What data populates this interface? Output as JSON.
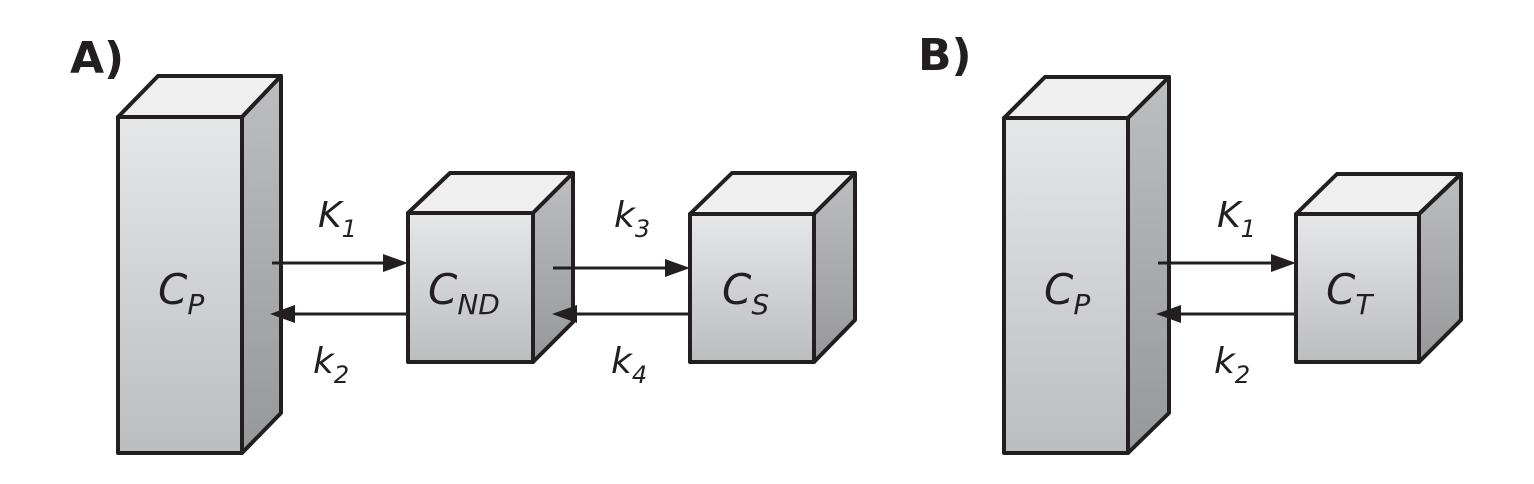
{
  "panels": [
    {
      "label": "A)",
      "compartments": [
        {
          "id": "CP",
          "main": "C",
          "sub": "P"
        },
        {
          "id": "CND",
          "main": "C",
          "sub": "ND"
        },
        {
          "id": "CS",
          "main": "C",
          "sub": "S"
        }
      ],
      "rates": [
        {
          "main": "K",
          "sub": "1",
          "from": "CP",
          "to": "CND"
        },
        {
          "main": "k",
          "sub": "2",
          "from": "CND",
          "to": "CP"
        },
        {
          "main": "k",
          "sub": "3",
          "from": "CND",
          "to": "CS"
        },
        {
          "main": "k",
          "sub": "4",
          "from": "CS",
          "to": "CND"
        }
      ]
    },
    {
      "label": "B)",
      "compartments": [
        {
          "id": "CP",
          "main": "C",
          "sub": "P"
        },
        {
          "id": "CT",
          "main": "C",
          "sub": "T"
        }
      ],
      "rates": [
        {
          "main": "K",
          "sub": "1",
          "from": "CP",
          "to": "CT"
        },
        {
          "main": "k",
          "sub": "2",
          "from": "CT",
          "to": "CP"
        }
      ]
    }
  ],
  "colors": {
    "stroke": "#231f20",
    "top_face": "#efeff0",
    "front_top": "#e6e7e8",
    "front_bottom": "#bcbdbf",
    "side_top": "#bdbec0",
    "side_bottom": "#97989a"
  }
}
